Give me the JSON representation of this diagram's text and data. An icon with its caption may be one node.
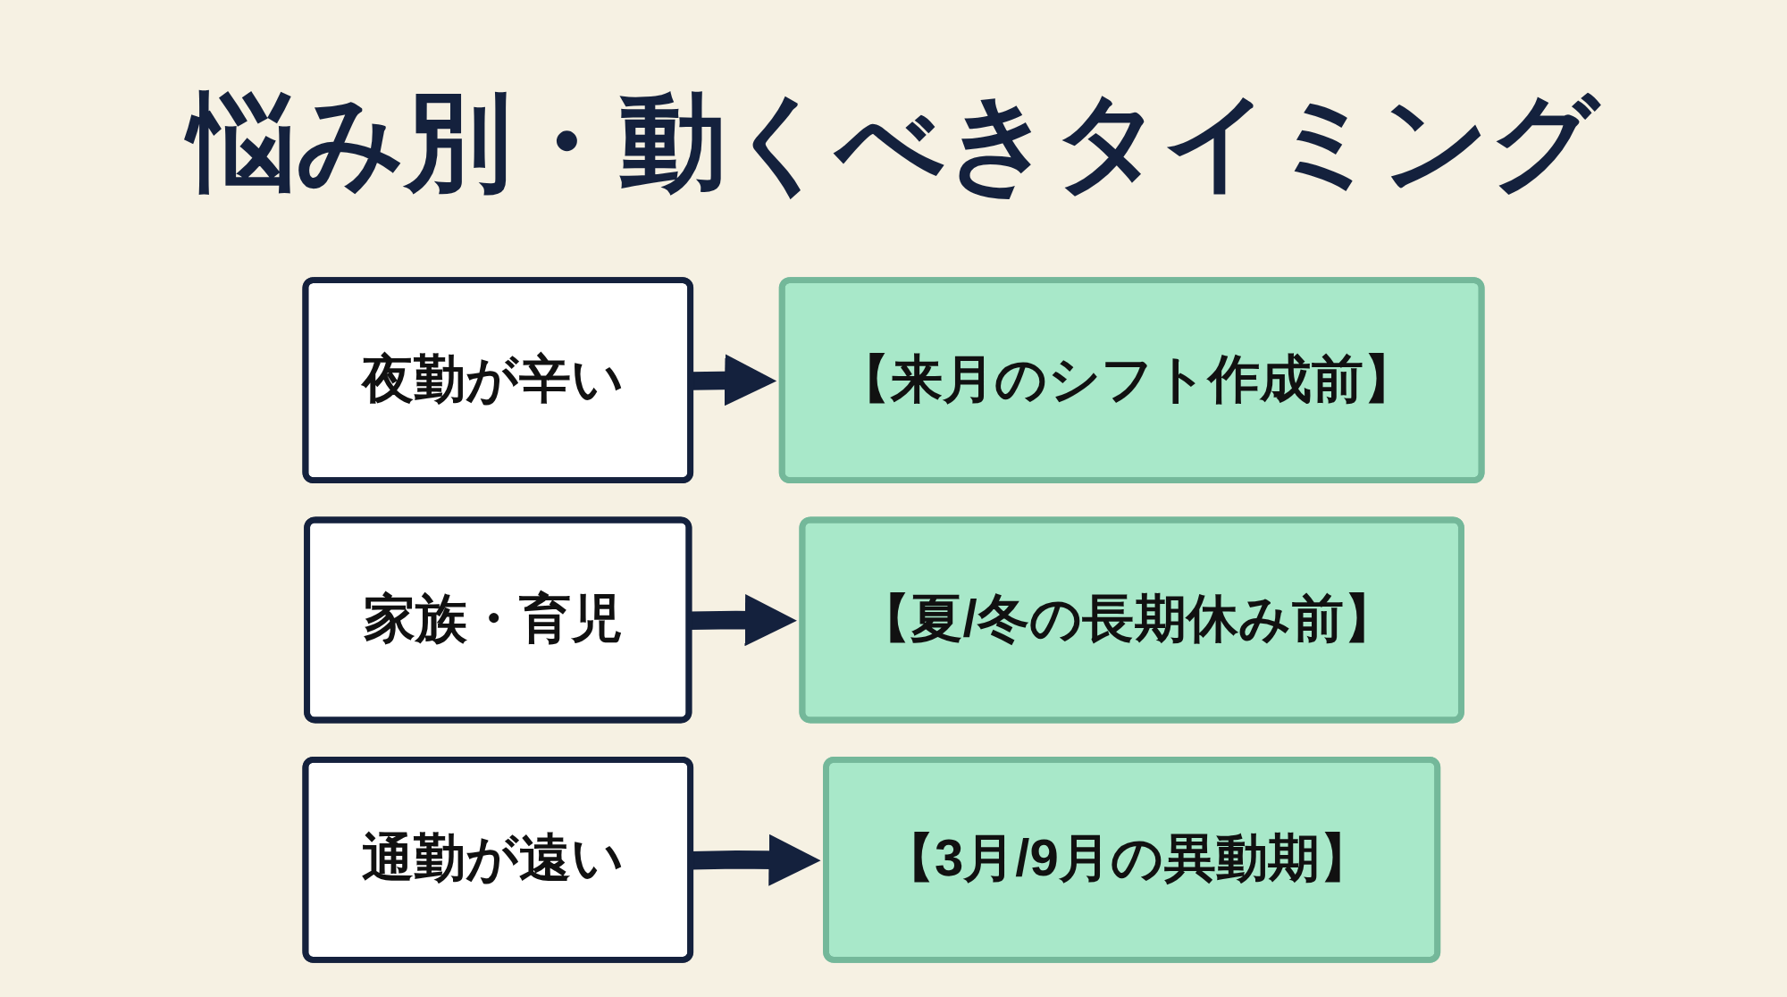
{
  "diagram": {
    "title": "悩み別・動くべきタイミング",
    "nodes": [
      {
        "text": [
          "夜勤が辛い"
        ]
      },
      {
        "text": [
          "【来月のシフト作成前】"
        ]
      },
      {
        "text": [
          "家族・育児"
        ]
      },
      {
        "text": [
          "【夏/冬の長期休み前】"
        ]
      },
      {
        "text": [
          "通勤が遠い"
        ]
      },
      {
        "text": [
          "【3月/9月の異動期】"
        ]
      }
    ],
    "edges": [
      {
        "from": 0,
        "to": 1,
        "arrow": "to"
      },
      {
        "from": 2,
        "to": 3,
        "arrow": "to"
      },
      {
        "from": 4,
        "to": 5,
        "arrow": "to"
      }
    ]
  }
}
